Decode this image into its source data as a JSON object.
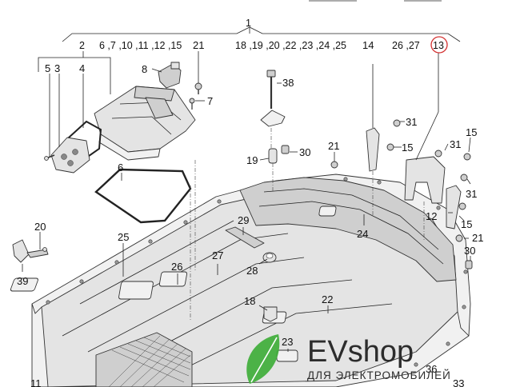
{
  "diagram": {
    "top_labels": {
      "main": "1",
      "group_left_head": "2",
      "group_left": "6 ,7 ,10 ,11 ,12 ,15",
      "group_mid": "18 ,19 ,20 ,22 ,23 ,24 ,25",
      "group_right": "26 ,27",
      "circled": "13"
    },
    "callouts": {
      "c2": "2",
      "c3": "3",
      "c4": "4",
      "c5": "5",
      "c6": "6",
      "c7": "7",
      "c8": "8",
      "c11": "11",
      "c12": "12",
      "c13": "13",
      "c14": "14",
      "c15a": "15",
      "c15b": "15",
      "c15c": "15",
      "c18": "18",
      "c19": "19",
      "c20": "20",
      "c21a": "21",
      "c21b": "21",
      "c21c": "21",
      "c22": "22",
      "c23": "23",
      "c24": "24",
      "c25": "25",
      "c26": "26",
      "c27": "27",
      "c28": "28",
      "c29": "29",
      "c30a": "30",
      "c30b": "30",
      "c31a": "31",
      "c31b": "31",
      "c31c": "31",
      "c33": "33",
      "c36": "36",
      "c38": "38",
      "c39": "39"
    },
    "highlight_color": "#d32f2f"
  },
  "watermark": {
    "brand": "EVshop",
    "tagline": "ДЛЯ ЭЛЕКТРОМОБИЛЕЙ",
    "leaf_color": "#3fae3a",
    "icon": "leaf-icon"
  }
}
